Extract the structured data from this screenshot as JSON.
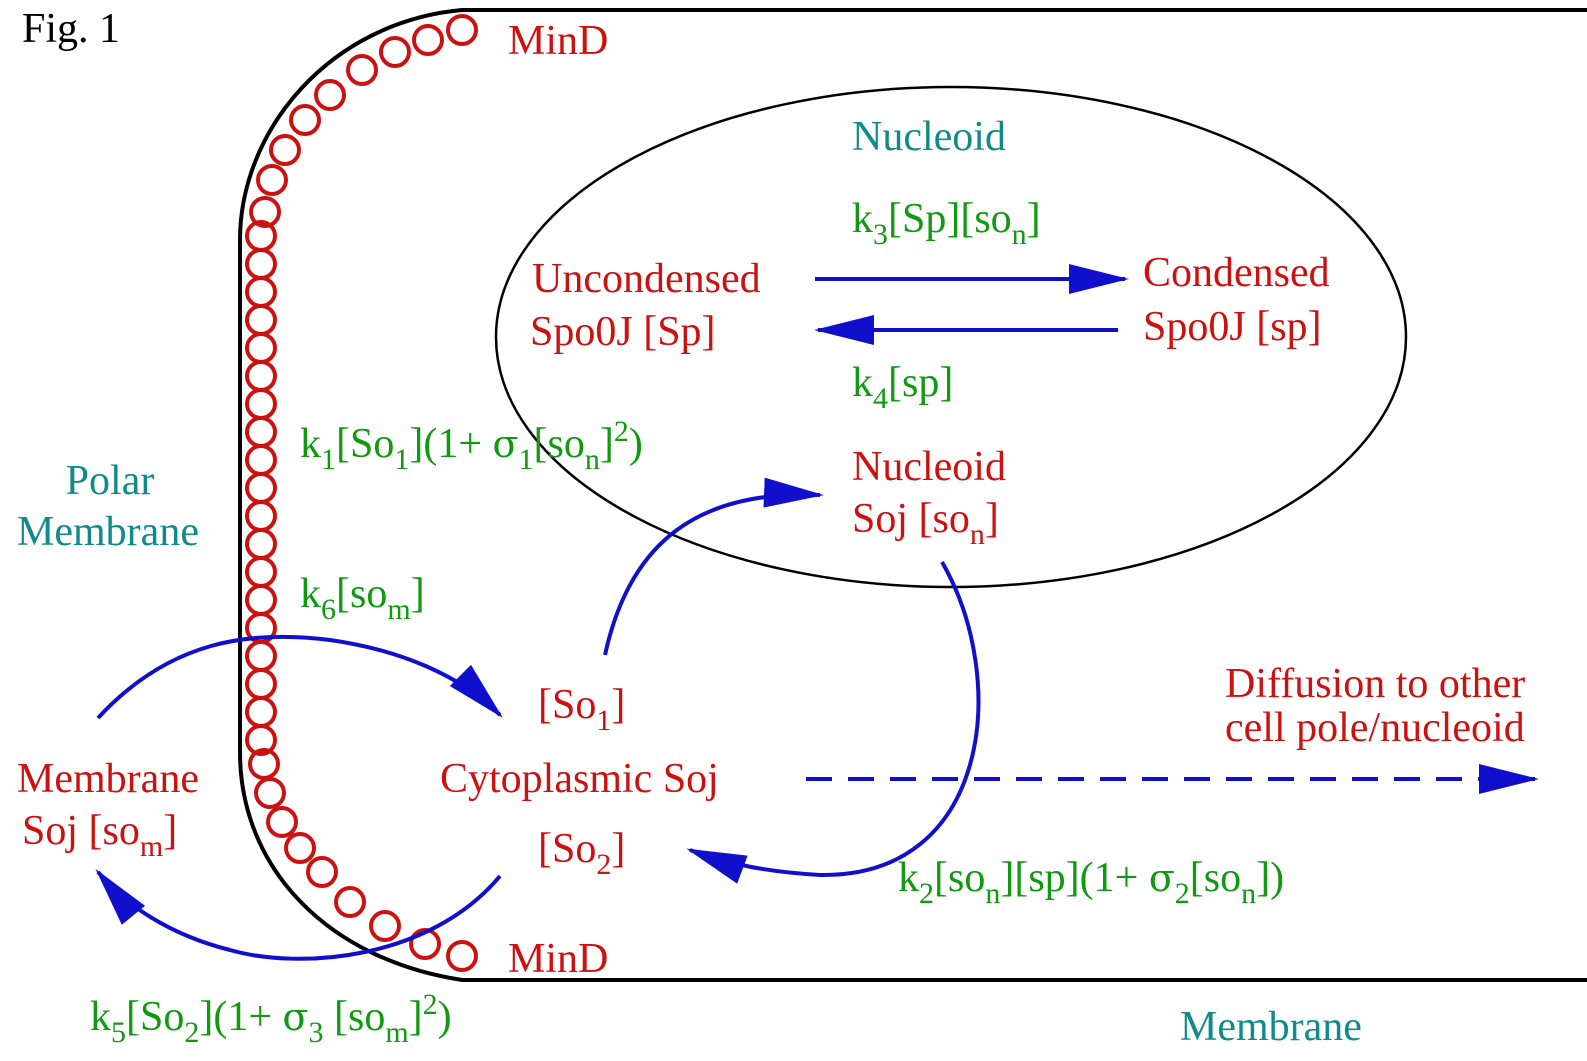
{
  "figure_label": "Fig. 1",
  "colors": {
    "species": "#cc1111",
    "rate": "#119911",
    "region": "#118a8a",
    "arrow": "#1010cc",
    "outline": "#000000"
  },
  "regions": {
    "nucleoid": "Nucleoid",
    "polar_membrane_line1": "Polar",
    "polar_membrane_line2": "Membrane",
    "membrane": "Membrane"
  },
  "mind": {
    "top": "MinD",
    "bottom": "MinD"
  },
  "species": {
    "uncondensed_line1": "Uncondensed",
    "uncondensed_line2": "Spo0J [Sp]",
    "condensed_line1": "Condensed",
    "condensed_line2": "Spo0J [sp]",
    "nucleoid_soj_line1": "Nucleoid",
    "nucleoid_soj_main": "Soj [so",
    "nucleoid_soj_sub": "n",
    "nucleoid_soj_end": "]",
    "so1_main": "[So",
    "so1_sub": "1",
    "so1_end": "]",
    "cytoplasmic": "Cytoplasmic Soj",
    "so2_main": "[So",
    "so2_sub": "2",
    "so2_end": "]",
    "membrane_soj_line1": "Membrane",
    "membrane_soj_main": "Soj [so",
    "membrane_soj_sub": "m",
    "membrane_soj_end": "]",
    "diffusion_line1": "Diffusion to other",
    "diffusion_line2": "cell pole/nucleoid"
  },
  "rates": {
    "k3": {
      "k": "k",
      "ksub": "3",
      "rest1": "[Sp][so",
      "sub1": "n",
      "rest2": "]"
    },
    "k4": {
      "k": "k",
      "ksub": "4",
      "rest1": "[sp]"
    },
    "k1": {
      "k": "k",
      "ksub": "1",
      "rest1": "[So",
      "sub1": "1",
      "rest2": "](1+ ",
      "sigma": "σ",
      "sigsub": "1",
      "rest3": "[so",
      "sub2": "n",
      "rest4": "]",
      "sup": "2",
      "rest5": ")"
    },
    "k6": {
      "k": "k",
      "ksub": "6",
      "rest1": "[so",
      "sub1": "m",
      "rest2": "]"
    },
    "k2": {
      "k": "k",
      "ksub": "2",
      "rest1": "[so",
      "sub1": "n",
      "rest2": "][sp](1+ ",
      "sigma": "σ",
      "sigsub": "2",
      "rest3": "[so",
      "sub2": "n",
      "rest4": "])"
    },
    "k5": {
      "k": "k",
      "ksub": "5",
      "rest1": "[So",
      "sub1": "2",
      "rest2": "](1+ ",
      "sigma": "σ",
      "sigsub": "3",
      "rest3": " [so",
      "sub2": "m",
      "rest4": "]",
      "sup": "2",
      "rest5": ")"
    }
  }
}
